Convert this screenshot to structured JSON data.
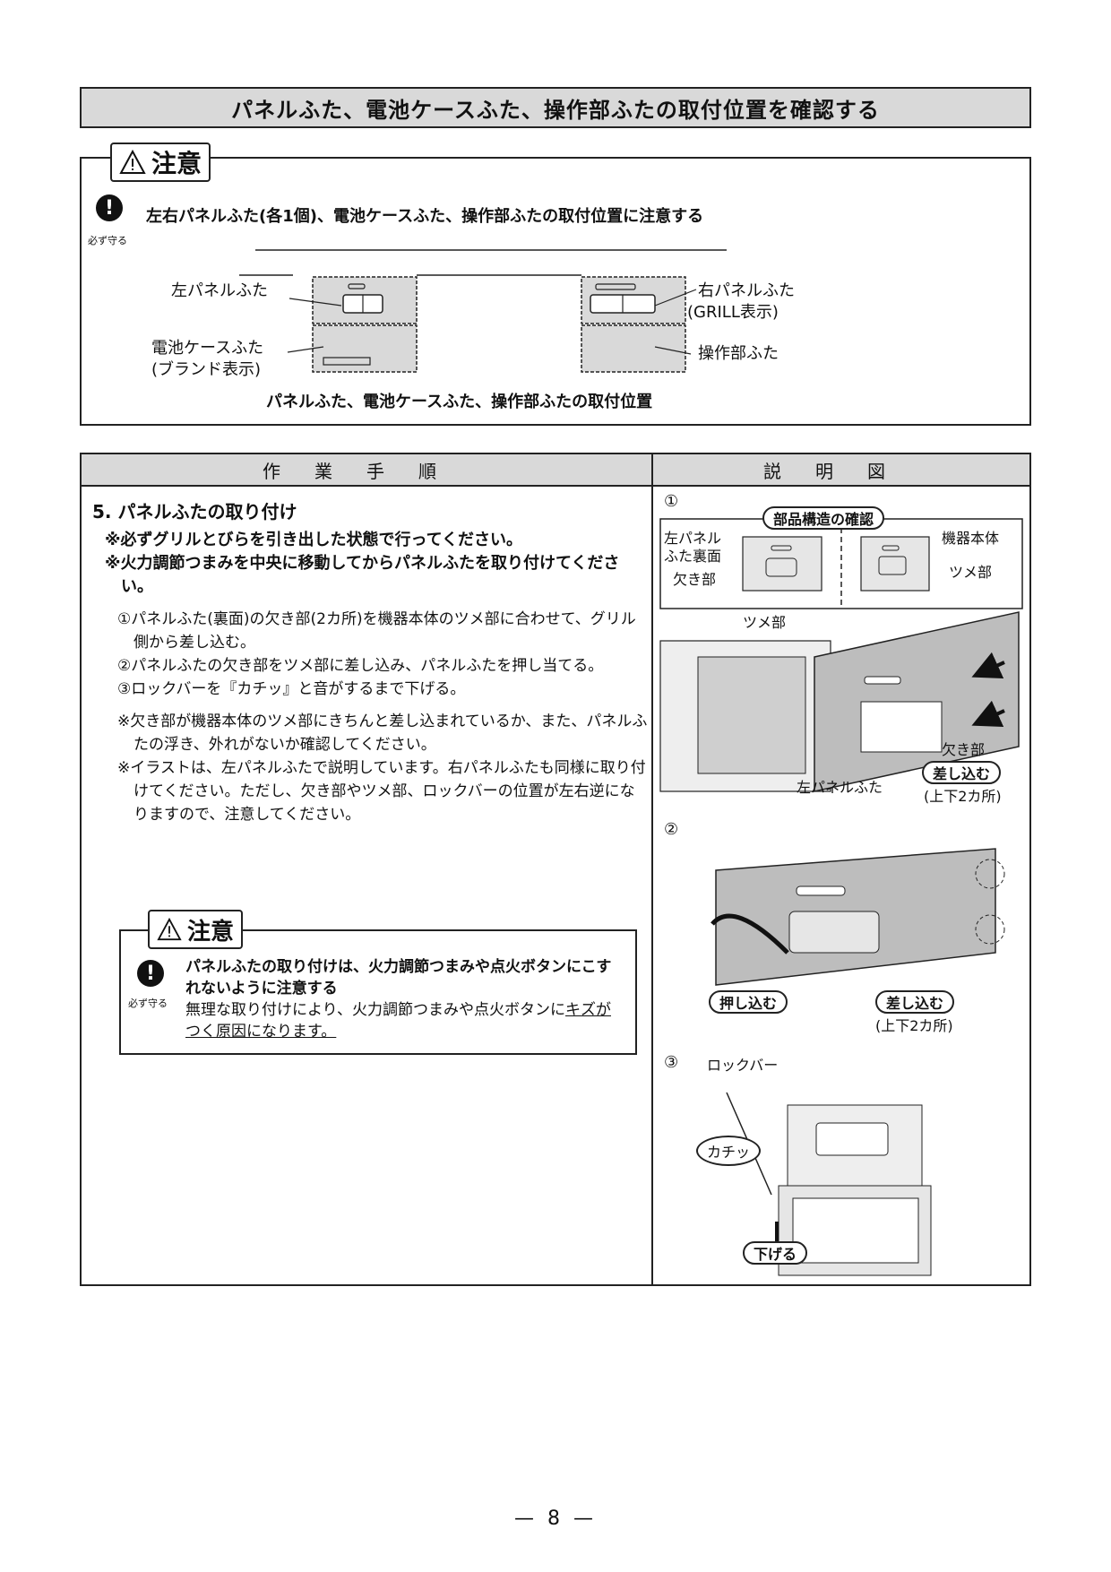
{
  "section_title": "パネルふた、電池ケースふた、操作部ふたの取付位置を確認する",
  "caution_box": {
    "tag": "注意",
    "must_label": "必ず守る",
    "text": "左右パネルふた(各1個)、電池ケースふた、操作部ふたの取付位置に注意する",
    "labels": {
      "left_panel": "左パネルふた",
      "battery": "電池ケースふた",
      "battery_sub": "(ブランド表示)",
      "right_panel": "右パネルふた",
      "right_panel_sub": "(GRILL表示)",
      "operation": "操作部ふた"
    },
    "caption": "パネルふた、電池ケースふた、操作部ふたの取付位置"
  },
  "table": {
    "headers": [
      "作業手順",
      "説明図"
    ],
    "step_title": "5. パネルふたの取り付け",
    "bold_notes": [
      "※必ずグリルとびらを引き出した状態で行ってください。",
      "※火力調節つまみを中央に移動してからパネルふたを取り付けてください。"
    ],
    "steps": [
      "①パネルふた(裏面)の欠き部(2カ所)を機器本体のツメ部に合わせて、グリル側から差し込む。",
      "②パネルふたの欠き部をツメ部に差し込み、パネルふたを押し当てる。",
      "③ロックバーを『カチッ』と音がするまで下げる。"
    ],
    "notes": [
      "※欠き部が機器本体のツメ部にきちんと差し込まれているか、また、パネルふたの浮き、外れがないか確認してください。",
      "※イラストは、左パネルふたで説明しています。右パネルふたも同様に取り付けてください。ただし、欠き部やツメ部、ロックバーの位置が左右逆になりますので、注意してください。"
    ],
    "caution_small": {
      "tag": "注意",
      "must_label": "必ず守る",
      "bold": "パネルふたの取り付けは、火力調節つまみや点火ボタンにこすれないように注意する",
      "text_pre": "無理な取り付けにより、火力調節つまみや点火ボタンに",
      "text_ul": "キズがつく原因になります。"
    },
    "figure": {
      "fig1_num": "①",
      "fig1_pill": "部品構造の確認",
      "fig1_left_panel_back": "左パネル\nふた裏面",
      "fig1_notch": "欠き部",
      "fig1_body": "機器本体",
      "fig1_tab_right": "ツメ部",
      "fig1_tab": "ツメ部",
      "fig1_notch2": "欠き部",
      "fig1_insert": "差し込む",
      "fig1_insert_sub": "(上下2カ所)",
      "fig1_left_panel": "左パネルふた",
      "fig2_num": "②",
      "fig2_push": "押し込む",
      "fig2_insert": "差し込む",
      "fig2_insert_sub": "(上下2カ所)",
      "fig3_num": "③",
      "fig3_lockbar": "ロックバー",
      "fig3_click": "カチッ",
      "fig3_lower": "下げる"
    }
  },
  "page_number": "— 8 —"
}
